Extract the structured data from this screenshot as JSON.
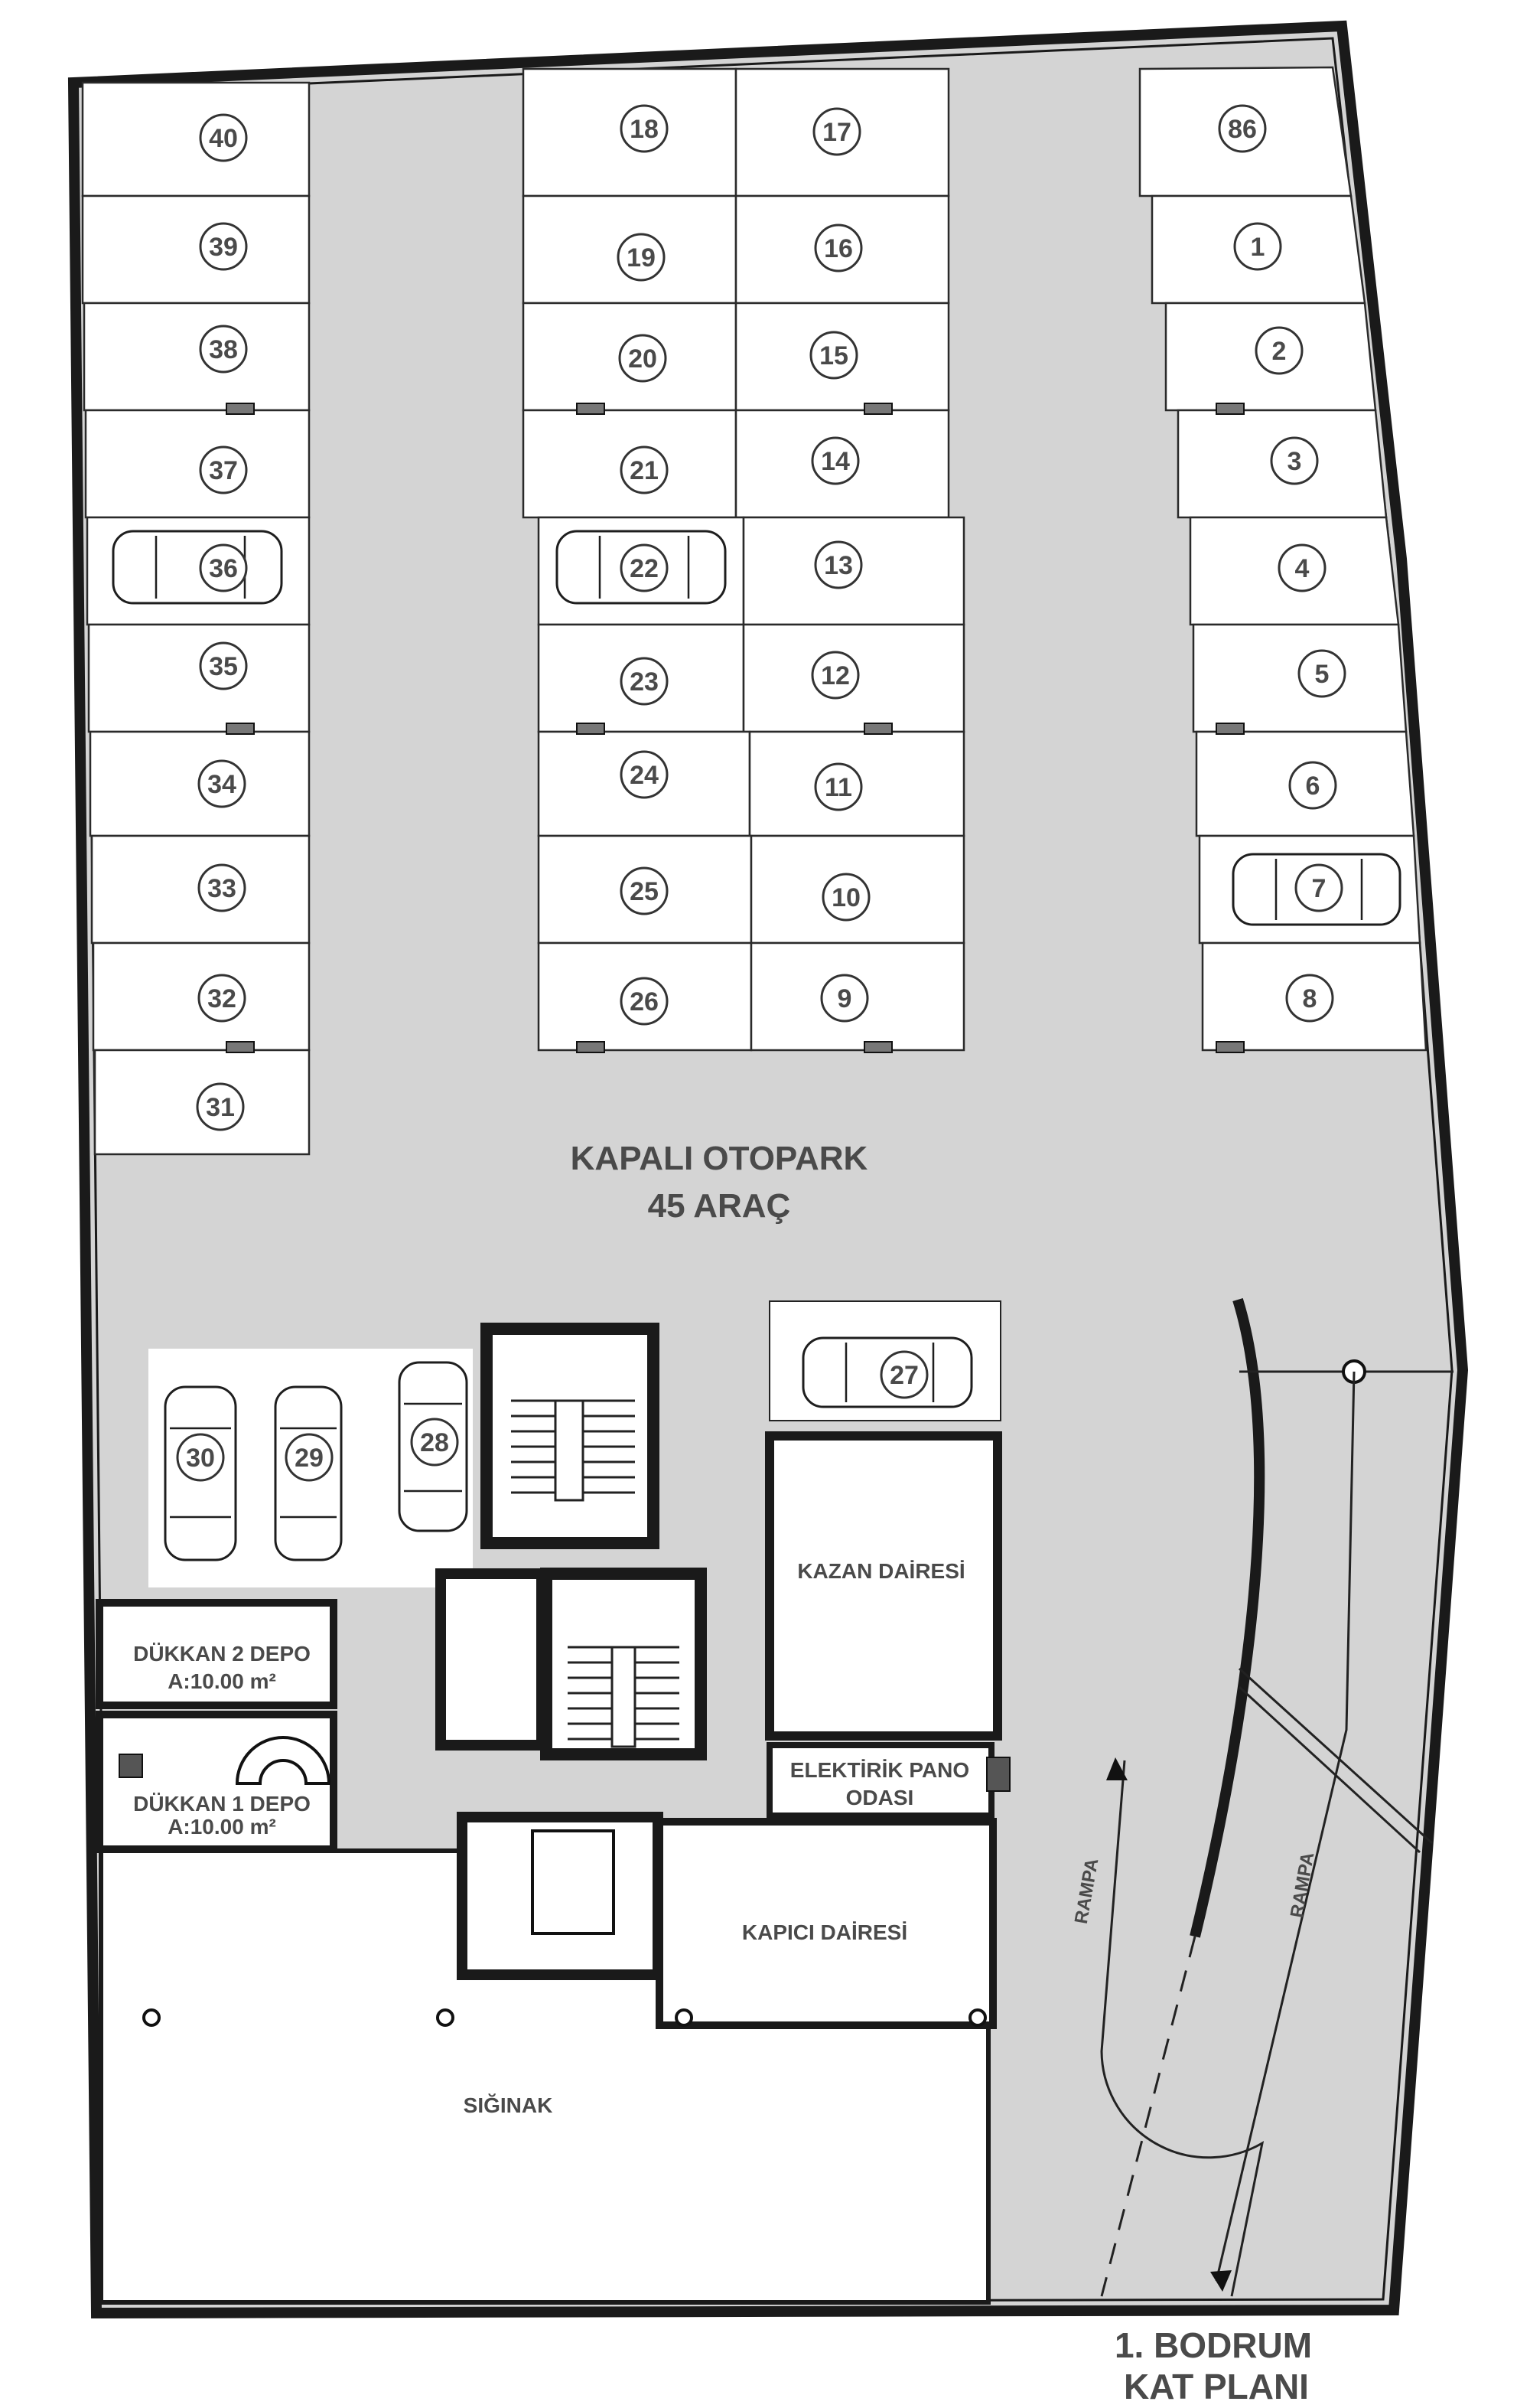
{
  "main_title": "KAPALI OTOPARK",
  "main_subtitle": "45 ARAÇ",
  "plan_title_line1": "1. BODRUM",
  "plan_title_line2": "KAT PLANI",
  "rooms": {
    "kazan": "KAZAN DAİRESİ",
    "elektrik_line1": "ELEKTİRİK PANO",
    "elektrik_line2": "ODASI",
    "kapici": "KAPICI DAİRESİ",
    "siginak": "SIĞINAK",
    "dukkan2_line1": "DÜKKAN 2  DEPO",
    "dukkan2_line2": "A:10.00 m²",
    "dukkan1_line1": "DÜKKAN 1  DEPO",
    "dukkan1_line2": "A:10.00 m²",
    "rampa": "RAMPA"
  },
  "parking_spots": [
    "1",
    "2",
    "3",
    "4",
    "5",
    "6",
    "7",
    "8",
    "9",
    "10",
    "11",
    "12",
    "13",
    "14",
    "15",
    "16",
    "17",
    "18",
    "19",
    "20",
    "21",
    "22",
    "23",
    "24",
    "25",
    "26",
    "27",
    "28",
    "29",
    "30",
    "31",
    "32",
    "33",
    "34",
    "35",
    "36",
    "37",
    "38",
    "39",
    "40",
    "86"
  ],
  "colors": {
    "floor": "#d3d3d3",
    "wall": "#5a5a5a",
    "outline": "#1a1a1a",
    "text": "#4a4a4a"
  }
}
